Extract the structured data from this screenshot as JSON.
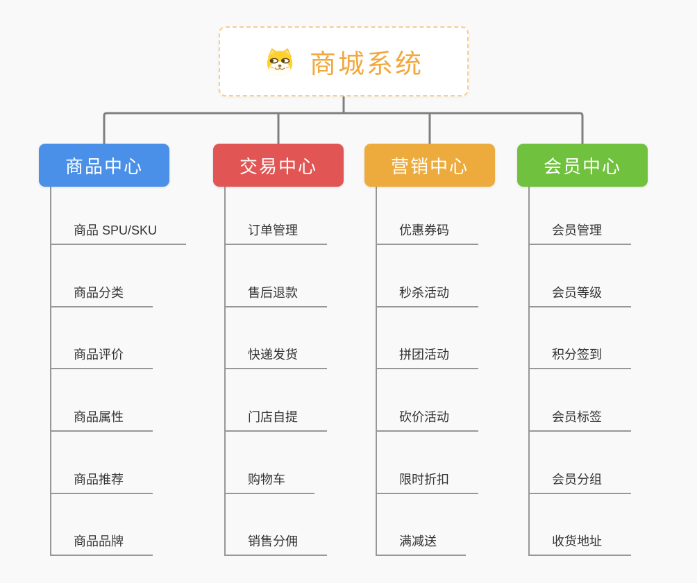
{
  "root": {
    "title": "商城系统",
    "icon": "dog-face-icon"
  },
  "branches": [
    {
      "label": "商品中心",
      "color": "#4a90e8",
      "children": [
        "商品 SPU/SKU",
        "商品分类",
        "商品评价",
        "商品属性",
        "商品推荐",
        "商品品牌"
      ]
    },
    {
      "label": "交易中心",
      "color": "#e15654",
      "children": [
        "订单管理",
        "售后退款",
        "快递发货",
        "门店自提",
        "购物车",
        "销售分佣"
      ]
    },
    {
      "label": "营销中心",
      "color": "#ecab3c",
      "children": [
        "优惠券码",
        "秒杀活动",
        "拼团活动",
        "砍价活动",
        "限时折扣",
        "满减送"
      ]
    },
    {
      "label": "会员中心",
      "color": "#70c13e",
      "children": [
        "会员管理",
        "会员等级",
        "积分签到",
        "会员标签",
        "会员分组",
        "收货地址"
      ]
    }
  ],
  "colors": {
    "background": "#f9f9f9",
    "connector": "#7f7f7f",
    "trunk": "#979797",
    "root_border": "#f7cf8e",
    "root_text": "#f2a83d",
    "leaf_text": "#333333"
  }
}
